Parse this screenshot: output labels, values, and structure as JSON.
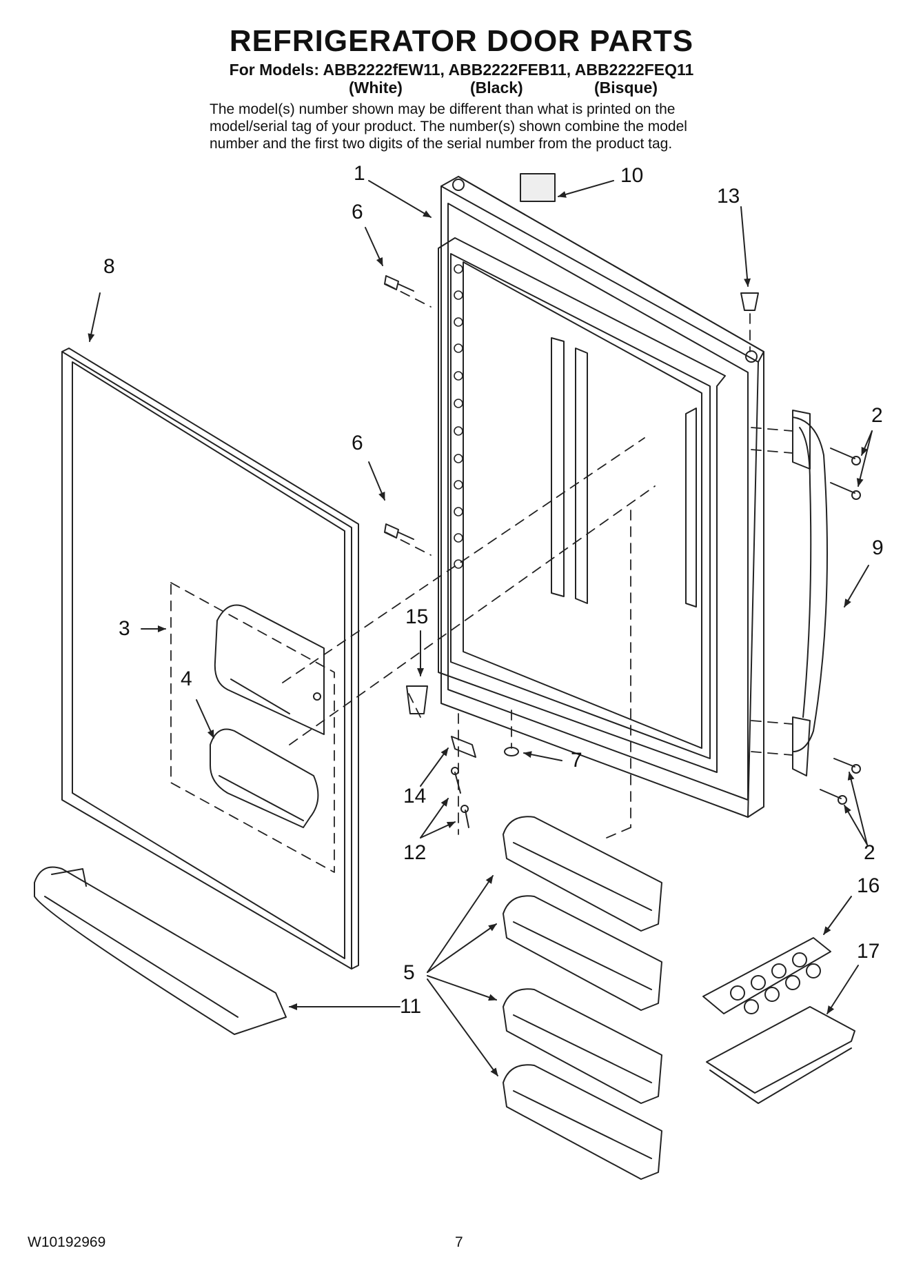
{
  "header": {
    "title": "REFRIGERATOR DOOR PARTS",
    "models_line": "For Models: ABB2222fEW11, ABB2222FEB11, ABB2222FEQ11",
    "colors": [
      "(White)",
      "(Black)",
      "(Bisque)"
    ],
    "note_lines": [
      "The model(s) number shown may be different than what is printed on the",
      "model/serial tag of your product. The number(s) shown combine the model",
      "number and the first two digits of the serial number from the product tag."
    ]
  },
  "callouts": {
    "c1": "1",
    "c10": "10",
    "c6a": "6",
    "c13": "13",
    "c8": "8",
    "c2a": "2",
    "c6b": "6",
    "c9": "9",
    "c3": "3",
    "c15": "15",
    "c4": "4",
    "c7": "7",
    "c14": "14",
    "c12": "12",
    "c2b": "2",
    "c16": "16",
    "c17": "17",
    "c5": "5",
    "c11": "11"
  },
  "footer": {
    "doc_id": "W10192969",
    "page": "7"
  }
}
